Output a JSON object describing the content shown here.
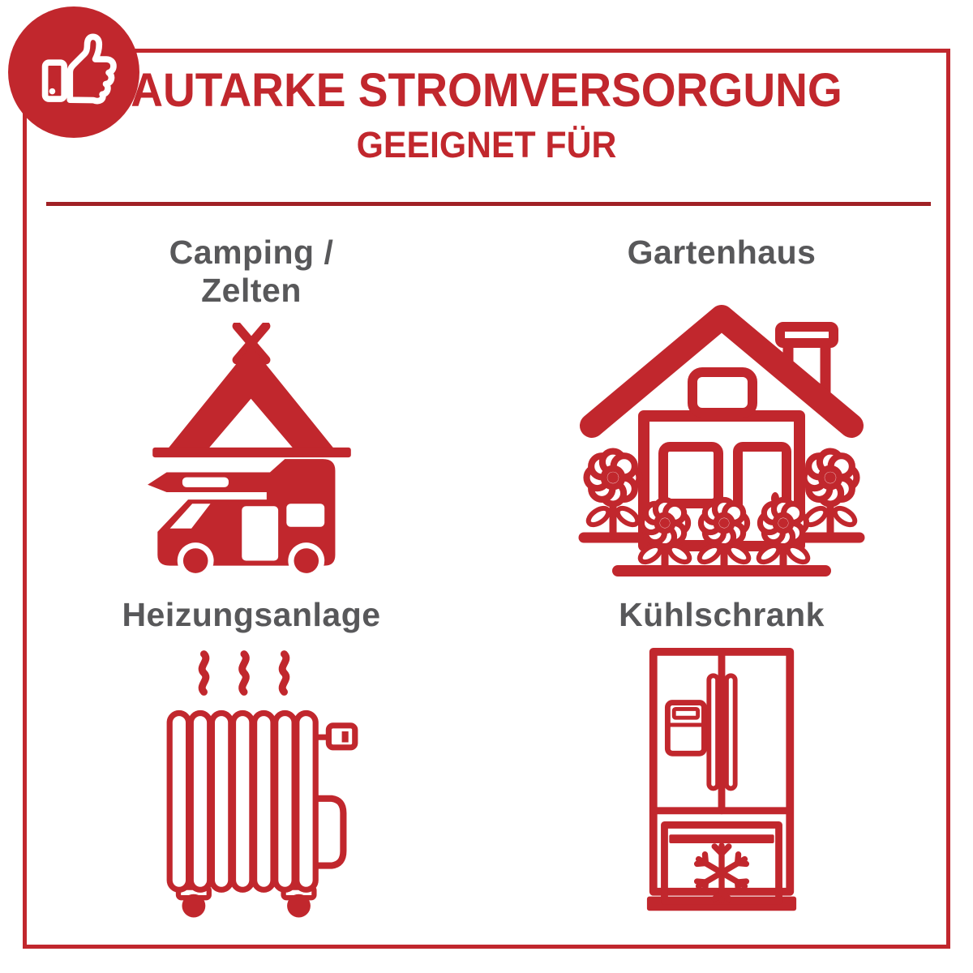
{
  "header": {
    "title": "AUTARKE STROMVERSORGUNG",
    "subtitle": "GEEIGNET FÜR"
  },
  "badge": {
    "icon": "thumbs-up-icon"
  },
  "items": [
    {
      "label": "Camping / Zelten",
      "icon": "tent-camper-icon"
    },
    {
      "label": "Gartenhaus",
      "icon": "garden-house-icon"
    },
    {
      "label": "Heizungsanlage",
      "icon": "radiator-icon"
    },
    {
      "label": "Kühlschrank",
      "icon": "refrigerator-icon"
    }
  ],
  "colors": {
    "red": "#c1272d",
    "red_dark": "#a02125",
    "text_gray": "#58585a",
    "background": "#ffffff"
  }
}
